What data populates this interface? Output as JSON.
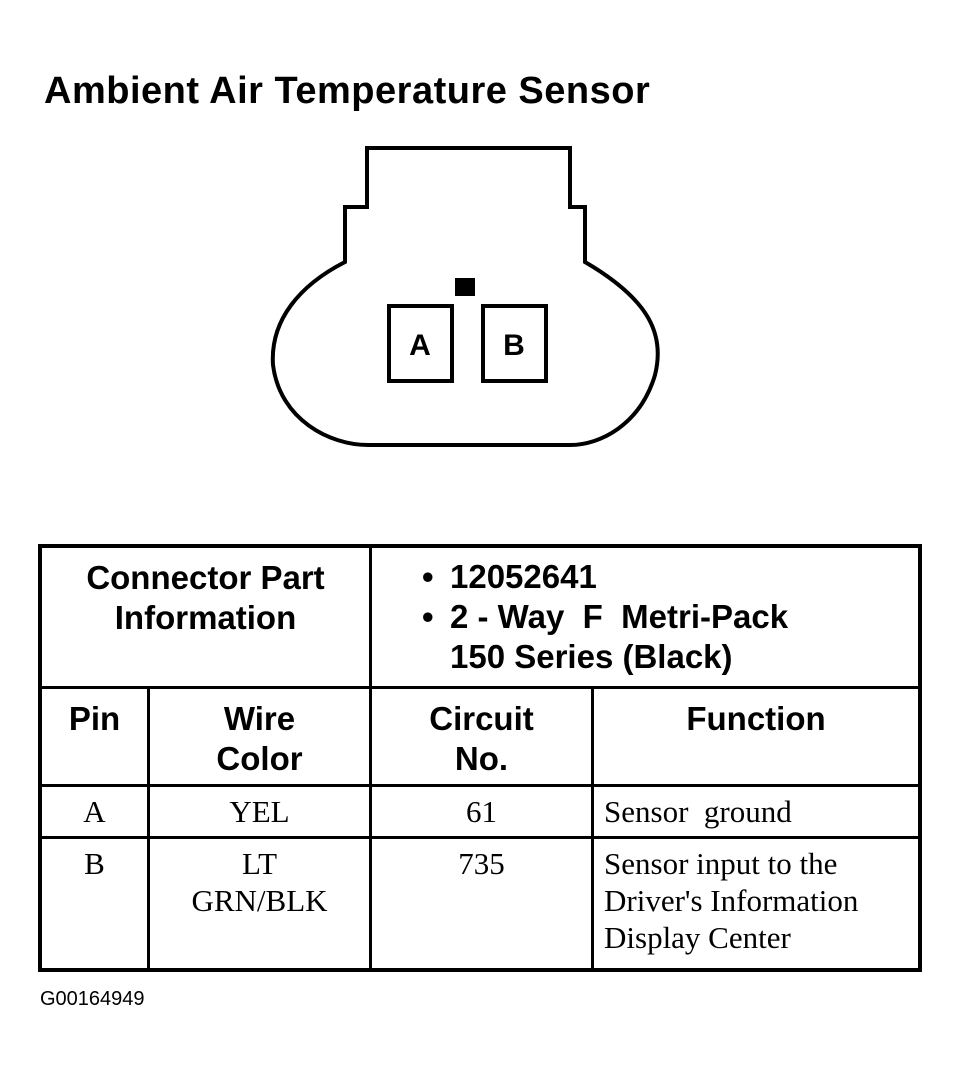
{
  "title": "Ambient Air Temperature Sensor",
  "connector": {
    "pins": [
      "A",
      "B"
    ]
  },
  "part_info": {
    "label_line1": "Connector Part",
    "label_line2": "Information",
    "bullet": "•",
    "part_number": "12052641",
    "description_line1": "2 - Way  F  Metri-Pack",
    "description_line2": "150 Series (Black)"
  },
  "headers": {
    "pin": "Pin",
    "wire_color_line1": "Wire",
    "wire_color_line2": "Color",
    "circuit_line1": "Circuit",
    "circuit_line2": "No.",
    "function": "Function"
  },
  "rows": [
    {
      "pin": "A",
      "wire_line1": "YEL",
      "wire_line2": "",
      "circuit": "61",
      "function_line1": "Sensor  ground",
      "function_line2": "",
      "function_line3": ""
    },
    {
      "pin": "B",
      "wire_line1": "LT",
      "wire_line2": "GRN/BLK",
      "circuit": "735",
      "function_line1": "Sensor input to the",
      "function_line2": "Driver's Information",
      "function_line3": "Display Center"
    }
  ],
  "footer": "G00164949"
}
